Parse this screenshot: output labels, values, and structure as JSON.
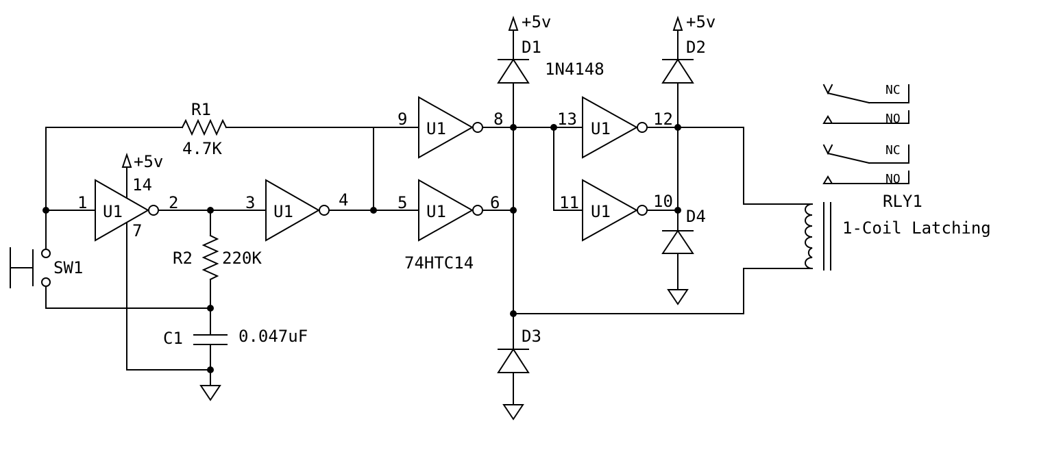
{
  "supply": "+5v",
  "gate_label": "U1",
  "pins": {
    "p1": "1",
    "p2": "2",
    "p3": "3",
    "p4": "4",
    "p5": "5",
    "p6": "6",
    "p7": "7",
    "p8": "8",
    "p9": "9",
    "p10": "10",
    "p11": "11",
    "p12": "12",
    "p13": "13",
    "p14": "14"
  },
  "r1": {
    "ref": "R1",
    "value": "4.7K"
  },
  "r2": {
    "ref": "R2",
    "value": "220K"
  },
  "c1": {
    "ref": "C1",
    "value": "0.047uF"
  },
  "sw1": {
    "ref": "SW1"
  },
  "ic": {
    "part": "74HTC14"
  },
  "d1": {
    "ref": "D1",
    "part": "1N4148"
  },
  "d2": {
    "ref": "D2"
  },
  "d3": {
    "ref": "D3"
  },
  "d4": {
    "ref": "D4"
  },
  "relay": {
    "ref": "RLY1",
    "desc": "1-Coil Latching",
    "nc": "NC",
    "no": "NO"
  }
}
